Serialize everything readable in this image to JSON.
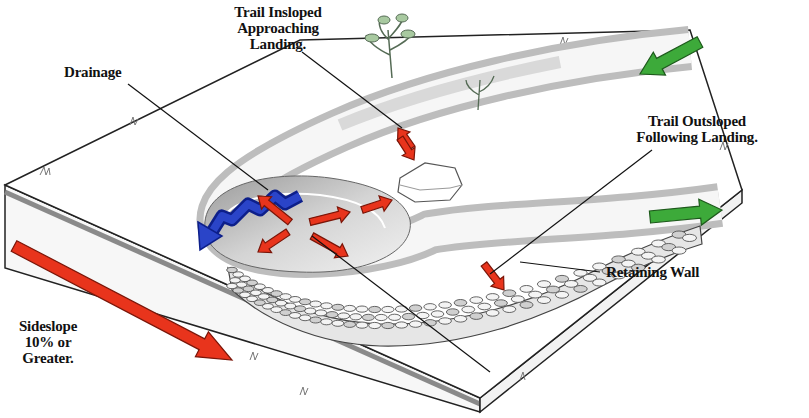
{
  "diagram": {
    "labels": [
      "Trail Insloped Approaching Landing.",
      "Drainage",
      "Trail Outsloped Following Landing.",
      "Retaining Wall",
      "Sideslope 10% or Greater."
    ]
  }
}
